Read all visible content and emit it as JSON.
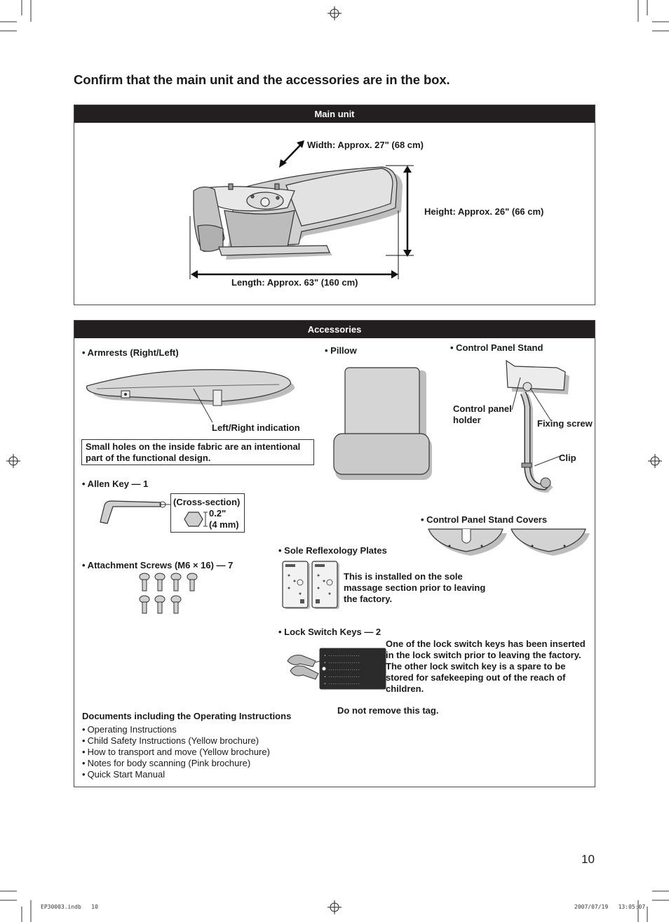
{
  "page": {
    "title": "Confirm that the main unit and the accessories are in the box.",
    "page_number": "10",
    "footer_file": "EP30003.indb   10",
    "footer_timestamp": "2007/07/19   13:05:07"
  },
  "main_unit": {
    "header": "Main unit",
    "width_label": "Width: Approx. 27\" (68 cm)",
    "height_label": "Height: Approx. 26\" (66 cm)",
    "length_label": "Length: Approx. 63\" (160 cm)"
  },
  "accessories": {
    "header": "Accessories",
    "armrests": {
      "label": "• Armrests (Right/Left)",
      "indication": "Left/Right indication",
      "note": "Small holes on the inside fabric are an intentional part of the functional design."
    },
    "allen_key": {
      "label": "• Allen Key — 1",
      "cross_section": "(Cross-section)",
      "size_in": "0.2\"",
      "size_mm": "(4 mm)"
    },
    "screws": {
      "label": "•  Attachment Screws (M6 × 16) — 7"
    },
    "pillow": {
      "label": "• Pillow"
    },
    "stand": {
      "label": "• Control Panel Stand",
      "holder_line1": "Control panel",
      "holder_line2": "holder",
      "fixing_screw": "Fixing screw",
      "clip": "Clip"
    },
    "stand_covers": {
      "label": "• Control Panel Stand Covers"
    },
    "sole_plates": {
      "label": "• Sole Reflexology Plates",
      "note_line1": "This is installed on the sole",
      "note_line2": "massage section prior to leaving",
      "note_line3": "the factory."
    },
    "lock_keys": {
      "label": "• Lock Switch Keys — 2",
      "note_line1": "One of the lock switch keys has been inserted",
      "note_line2": "in the lock switch prior to leaving the factory.",
      "note_line3": "The other lock switch key is a spare to be",
      "note_line4": "stored for safekeeping out of the reach of",
      "note_line5": "children.",
      "tag_note": "Do not remove this tag."
    },
    "documents": {
      "heading": "Documents including the Operating Instructions",
      "items": [
        "Operating Instructions",
        "Child Safety Instructions (Yellow brochure)",
        "How to transport and move (Yellow brochure)",
        "Notes for body scanning (Pink brochure)",
        "Quick Start Manual"
      ]
    }
  }
}
